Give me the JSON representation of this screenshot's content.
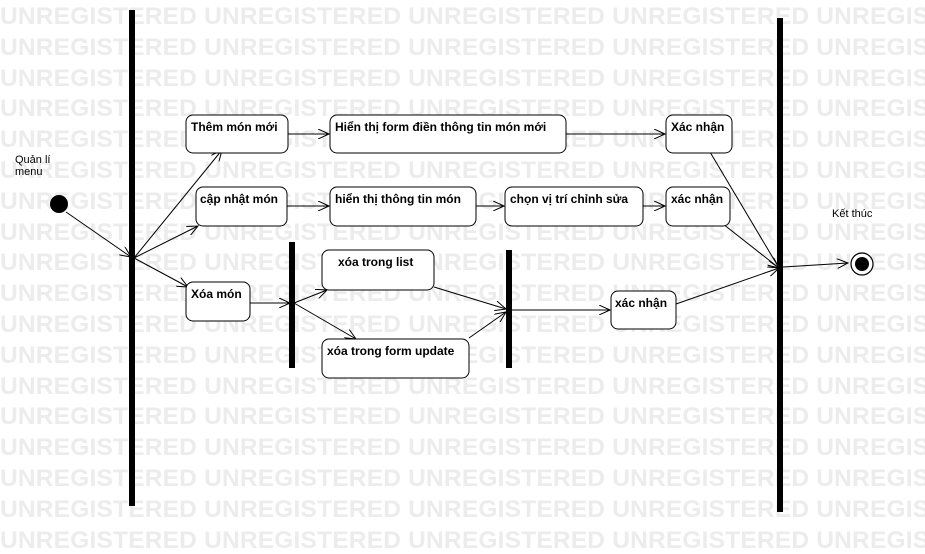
{
  "watermark": {
    "text": "UNREGISTERED UNREGISTERED UNREGISTERED UNREGISTERED UNREGISTERED UNREGIST",
    "color": "#ececec"
  },
  "diagram": {
    "start_label": "Quản lí menu",
    "end_label": "Kết thúc",
    "actions": {
      "them_mon_moi": "Thêm món mới",
      "hien_thi_form": "Hiển thị form điền thông tin món mới",
      "xac_nhan_1": "Xác nhận",
      "cap_nhat_mon": "cập nhật món",
      "hien_thi_thong_tin": "hiển thị thông tin món",
      "chon_vi_tri": "chọn vị trí chỉnh sửa",
      "xac_nhan_2": "xác nhận",
      "xoa_mon": "Xóa món",
      "xoa_trong_list": "xóa trong list",
      "xoa_trong_form": "xóa trong form update",
      "xac_nhan_3": "xác nhận"
    },
    "colors": {
      "line": "#000000",
      "node_fill": "#ffffff"
    }
  }
}
